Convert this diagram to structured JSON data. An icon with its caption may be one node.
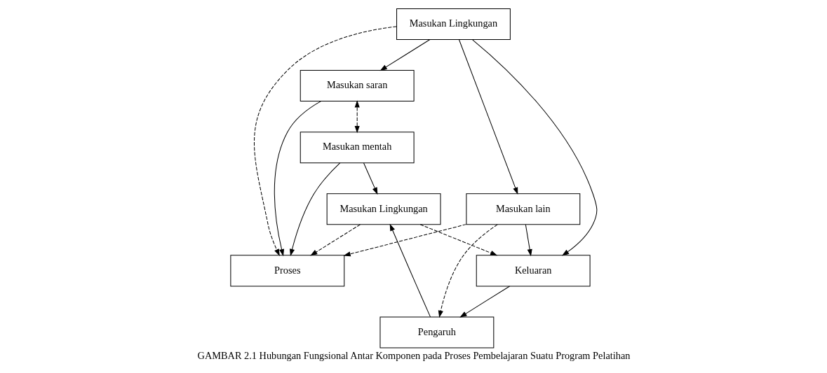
{
  "diagram": {
    "caption": "GAMBAR 2.1 Hubungan Fungsional Antar Komponen pada Proses Pembelajaran Suatu Program Pelatihan",
    "nodes": [
      {
        "text": [
          "Masukan Lingkungan"
        ]
      },
      {
        "text": [
          "Masukan saran"
        ]
      },
      {
        "text": [
          "Masukan lain"
        ]
      },
      {
        "text": [
          "Proses"
        ]
      },
      {
        "text": [
          "Keluaran"
        ]
      },
      {
        "text": [
          "Masukan mentah"
        ]
      },
      {
        "text": [
          "Pengaruh"
        ]
      },
      {
        "text": [
          "Masukan Lingkungan"
        ]
      }
    ],
    "edges": [
      {
        "from": 0,
        "to": 1,
        "arrow": "to"
      },
      {
        "from": 0,
        "to": 3,
        "arrow": "to",
        "style": "dashed"
      },
      {
        "from": 0,
        "to": 4,
        "arrow": "to"
      },
      {
        "from": 0,
        "to": 2,
        "arrow": "to"
      },
      {
        "from": 2,
        "to": 3,
        "arrow": "to",
        "style": "dashed"
      },
      {
        "from": 2,
        "to": 4,
        "arrow": "to"
      },
      {
        "from": 1,
        "to": 3,
        "arrow": "to"
      },
      {
        "from": 1,
        "to": 5,
        "arrow": "both",
        "style": "dashed"
      },
      {
        "from": 2,
        "to": 6,
        "arrow": "to",
        "style": "dashed"
      },
      {
        "from": 5,
        "to": 3,
        "arrow": "to"
      },
      {
        "from": 7,
        "to": 3,
        "arrow": "to",
        "style": "dashed"
      },
      {
        "from": 7,
        "to": 4,
        "arrow": "to",
        "style": "dashed"
      },
      {
        "from": 4,
        "to": 6,
        "arrow": "to"
      },
      {
        "from": 5,
        "to": 7,
        "arrow": "to"
      },
      {
        "from": 6,
        "to": 7,
        "arrow": "to"
      }
    ]
  }
}
